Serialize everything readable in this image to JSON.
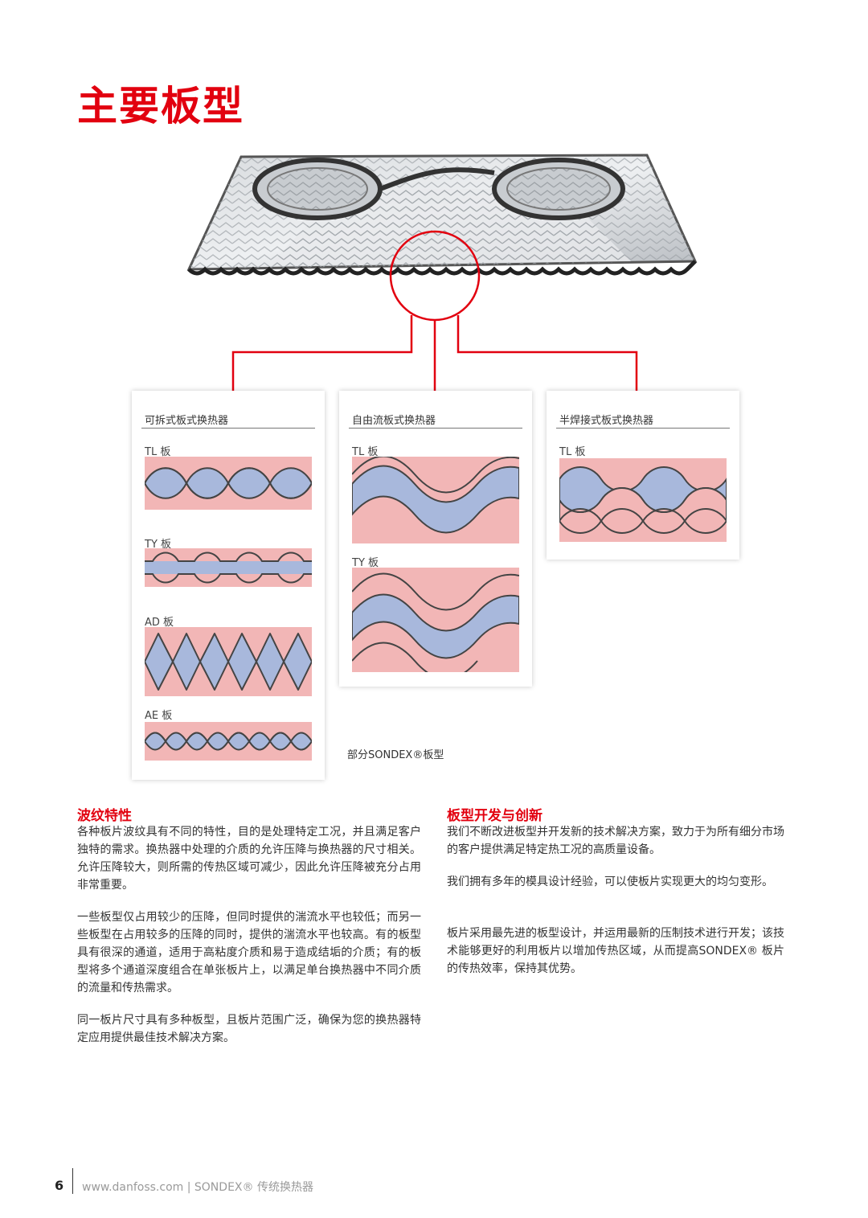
{
  "title": "主要板型",
  "panels": [
    {
      "heading": "可拆式板式换热器",
      "plates": [
        "TL 板",
        "TY 板",
        "AD 板",
        "AE 板"
      ]
    },
    {
      "heading": "自由流板式换热器",
      "plates": [
        "TL 板",
        "TY 板"
      ]
    },
    {
      "heading": "半焊接式板式换热器",
      "plates": [
        "TL 板"
      ]
    }
  ],
  "caption": "部分SONDEX®板型",
  "left_column": {
    "heading": "波纹特性",
    "paragraphs": [
      "各种板片波纹具有不同的特性，目的是处理特定工况，并且满足客户独特的需求。换热器中处理的介质的允许压降与换热器的尺寸相关。允许压降较大，则所需的传热区域可减少，因此允许压降被充分占用非常重要。",
      "一些板型仅占用较少的压降，但同时提供的湍流水平也较低；而另一些板型在占用较多的压降的同时，提供的湍流水平也较高。有的板型具有很深的通道，适用于高粘度介质和易于造成结垢的介质；有的板型将多个通道深度组合在单张板片上，以满足单台换热器中不同介质的流量和传热需求。",
      "同一板片尺寸具有多种板型，且板片范围广泛，确保为您的换热器特定应用提供最佳技术解决方案。"
    ]
  },
  "right_column": {
    "heading": "板型开发与创新",
    "paragraphs": [
      "我们不断改进板型并开发新的技术解决方案，致力于为所有细分市场的客户提供满足特定热工况的高质量设备。",
      "我们拥有多年的模具设计经验，可以使板片实现更大的均匀变形。",
      "板片采用最先进的板型设计，并运用最新的压制技术进行开发；该技术能够更好的利用板片以增加传热区域，从而提高SONDEX® 板片的传热效率，保持其优势。"
    ]
  },
  "footer": {
    "page_number": "6",
    "text": "www.danfoss.com | SONDEX® 传统换热器"
  },
  "colors": {
    "accent": "#e2000f",
    "hot_fluid": "#f2b6b6",
    "cold_fluid": "#a8b8dc"
  }
}
